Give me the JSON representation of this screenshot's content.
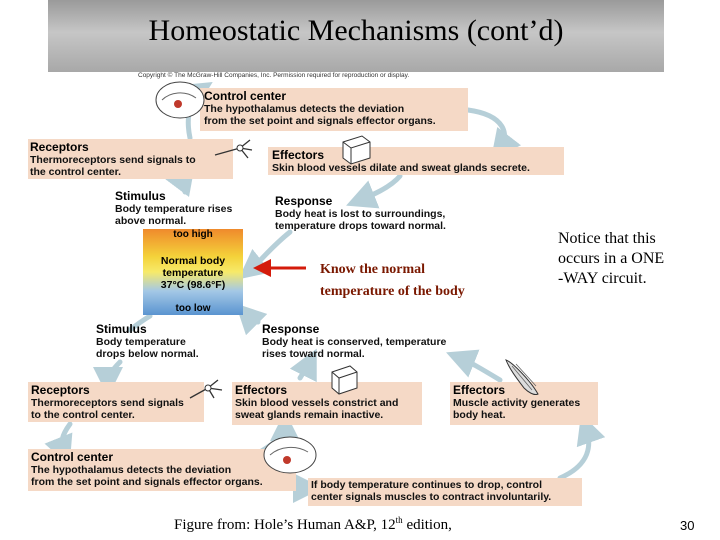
{
  "slide": {
    "title": "Homeostatic Mechanisms (cont’d)",
    "copyright": "Copyright © The McGraw-Hill Companies, Inc. Permission required for reproduction or display.",
    "page_number": "30"
  },
  "diagram": {
    "control_center_top": {
      "heading": "Control center",
      "line1": "The hypothalamus detects the deviation",
      "line2": "from the set point and signals effector organs."
    },
    "receptors_top": {
      "heading": "Receptors",
      "line1": "Thermoreceptors send signals to",
      "line2": "the control center."
    },
    "effectors_top": {
      "heading": "Effectors",
      "line1": "Skin blood vessels dilate and sweat glands secrete."
    },
    "stimulus_top": {
      "heading": "Stimulus",
      "line1": "Body temperature rises",
      "line2": "above normal."
    },
    "response_top": {
      "heading": "Response",
      "line1": "Body heat is lost to surroundings,",
      "line2": "temperature drops toward normal."
    },
    "thermometer": {
      "too_high": "too high",
      "line1": "Normal body",
      "line2": "temperature",
      "line3": "37°C (98.6°F)",
      "too_low": "too low"
    },
    "stimulus_bottom": {
      "heading": "Stimulus",
      "line1": "Body temperature",
      "line2": "drops below normal."
    },
    "response_bottom": {
      "heading": "Response",
      "line1": "Body heat is conserved, temperature",
      "line2": "rises toward normal."
    },
    "receptors_bottom": {
      "heading": "Receptors",
      "line1": "Thermoreceptors send signals",
      "line2": "to the control center."
    },
    "effectors_bottom_mid": {
      "heading": "Effectors",
      "line1": "Skin blood vessels constrict and",
      "line2": "sweat glands remain inactive."
    },
    "effectors_bottom_right": {
      "heading": "Effectors",
      "line1": "Muscle activity generates",
      "line2": "body heat."
    },
    "control_center_bottom": {
      "heading": "Control center",
      "line1": "The hypothalamus detects the deviation",
      "line2": "from the set point and signals effector organs."
    },
    "shiver_note": {
      "line1": "If body temperature continues to drop, control",
      "line2": "center signals muscles to contract involuntarily."
    }
  },
  "annotations": {
    "red_note": {
      "line1": "Know the normal",
      "line2": "temperature of the body"
    },
    "side_note": {
      "line1": "Notice that this",
      "line2": "occurs in a ONE",
      "line3": "-WAY circuit."
    }
  },
  "footer": {
    "prefix": "Figure from: Hole’s Human A&P, 12",
    "sup": "th",
    "suffix": " edition,"
  },
  "colors": {
    "box_fill": "#f5d9c6",
    "arrow": "#b6cfd8",
    "red_arrow": "#d41b0b",
    "note_text": "#7a1800"
  }
}
